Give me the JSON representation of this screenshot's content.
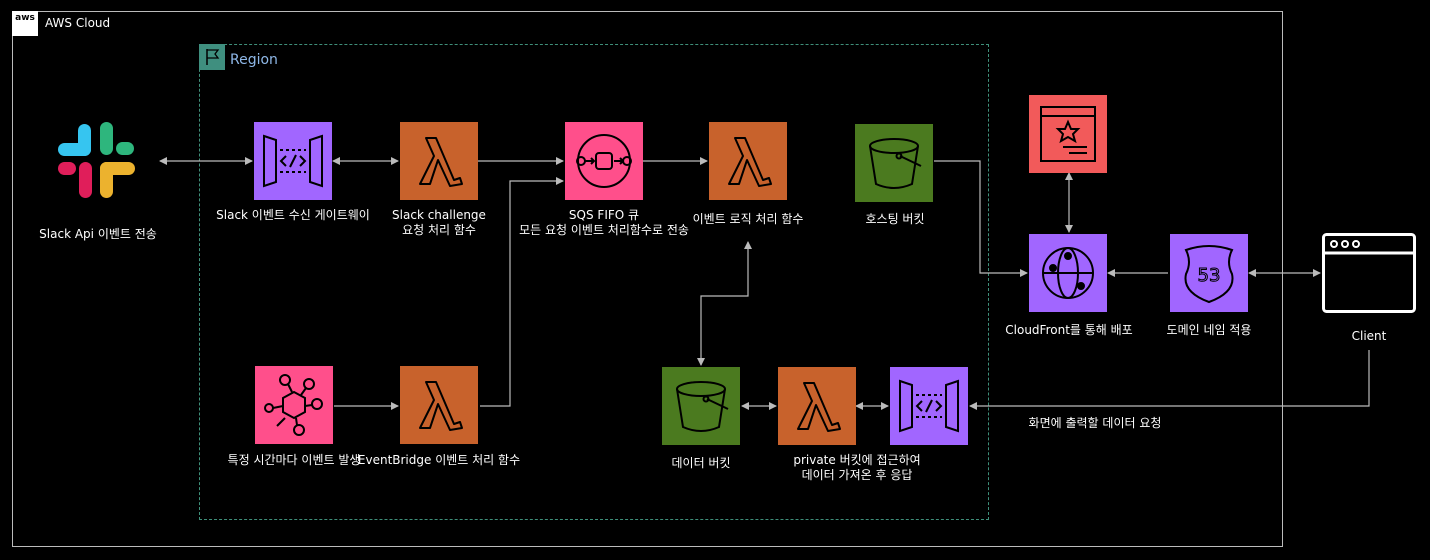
{
  "containers": {
    "aws_cloud_label": "AWS Cloud",
    "aws_badge_text": "aws",
    "region_label": "Region"
  },
  "nodes": {
    "slack": {
      "label": "Slack Api 이벤트 전송",
      "icon": "slack-logo-icon"
    },
    "gateway1": {
      "label": "Slack 이벤트 수신 게이트웨이",
      "icon": "api-gateway-icon"
    },
    "lambda_challenge": {
      "label_line1": "Slack challenge",
      "label_line2": "요청 처리 함수",
      "icon": "lambda-icon"
    },
    "sqs": {
      "label_line1": "SQS FIFO 큐",
      "label_line2": "모든 요청 이벤트 처리함수로 전송",
      "icon": "sqs-icon"
    },
    "lambda_event": {
      "label": "이벤트 로직 처리 함수",
      "icon": "lambda-icon"
    },
    "hosting_bucket": {
      "label": "호스팅 버킷",
      "icon": "s3-bucket-icon"
    },
    "certificate": {
      "icon": "certificate-manager-icon"
    },
    "cloudfront": {
      "label": "CloudFront를 통해 배포",
      "icon": "cloudfront-icon"
    },
    "route53": {
      "label": "도메인 네임 적용",
      "icon": "route53-icon",
      "badge": "53"
    },
    "client": {
      "label": "Client",
      "icon": "browser-window-icon"
    },
    "eventbridge": {
      "label": "특정 시간마다 이벤트 발생",
      "icon": "eventbridge-icon"
    },
    "lambda_eventbridge": {
      "label": "EventBridge 이벤트 처리 함수",
      "icon": "lambda-icon"
    },
    "data_bucket": {
      "label": "데이터 버킷",
      "icon": "s3-bucket-icon"
    },
    "lambda_private": {
      "label_line1": "private 버킷에 접근하여",
      "label_line2": "데이터 가져온 후 응답",
      "icon": "lambda-icon"
    },
    "gateway2": {
      "icon": "api-gateway-icon"
    }
  },
  "edges": {
    "client_request_label": "화면에 출력할 데이터 요청"
  },
  "colors": {
    "gateway": "#a166ff",
    "lambda": "#c8622c",
    "sqs": "#ff4f8b",
    "s3": "#4b7a1f",
    "certificate": "#f25a5a",
    "line": "#bbbbbb"
  }
}
